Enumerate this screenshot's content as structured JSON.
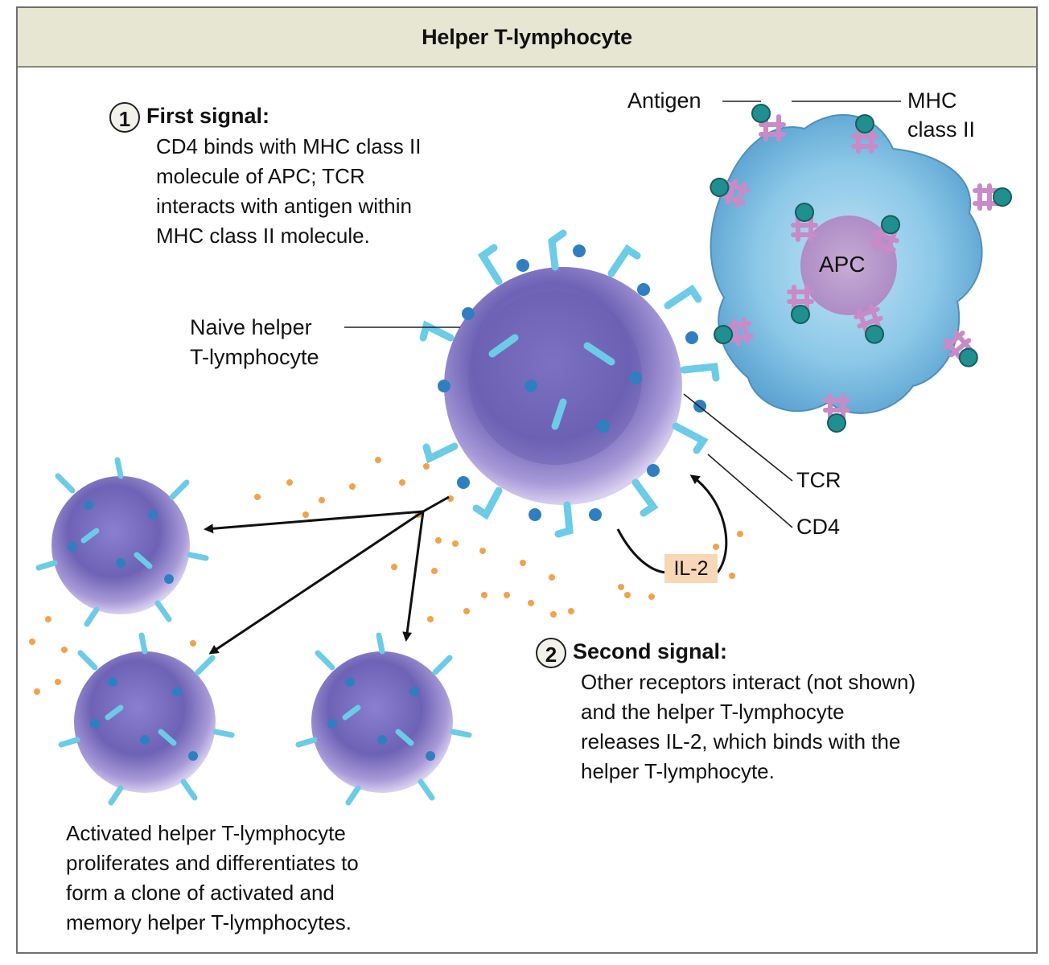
{
  "title": "Helper T-lymphocyte",
  "step1": {
    "number": "1",
    "heading": "First signal:",
    "lines": [
      "CD4 binds with MHC class II",
      "molecule of APC; TCR",
      "interacts with antigen within",
      "MHC class II molecule."
    ]
  },
  "step2": {
    "number": "2",
    "heading": "Second signal:",
    "lines": [
      "Other receptors interact (not shown)",
      "and the helper T-lymphocyte",
      "releases IL-2, which binds with the",
      "helper T-lymphocyte."
    ]
  },
  "labels": {
    "antigen": "Antigen",
    "mhc_line1": "MHC",
    "mhc_line2": "class II",
    "apc": "APC",
    "naive_line1": "Naive helper",
    "naive_line2": "T-lymphocyte",
    "tcr": "TCR",
    "cd4": "CD4",
    "il2": "IL-2"
  },
  "caption": {
    "lines": [
      "Activated helper T-lymphocyte",
      "proliferates and differentiates to",
      "form a clone of activated and",
      "memory helper T-lymphocytes."
    ]
  },
  "colors": {
    "cell_purple": "#7a6fc0",
    "apc_blue": "#8cc8e8",
    "receptor_cyan": "#6ccbe6",
    "receptor_blue": "#2f7fc0",
    "mhc_pink": "#c98ac8",
    "antigen_teal": "#1f8f8f",
    "il2_dot": "#f2a24a",
    "il2_tag": "#f7d7b6",
    "title_bar": "#e6e6d3"
  }
}
